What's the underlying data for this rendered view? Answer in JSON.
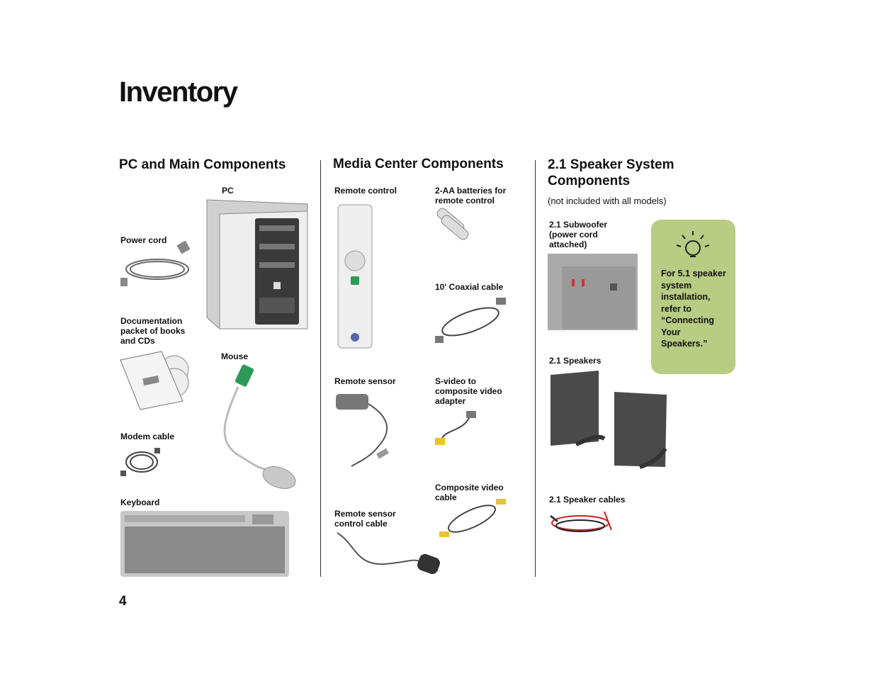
{
  "page": {
    "title": "Inventory",
    "page_number": "4"
  },
  "sections": {
    "pc": {
      "heading": "PC and Main Components",
      "items": {
        "pc": "PC",
        "power_cord": "Power cord",
        "documentation": "Documentation packet of books and CDs",
        "mouse": "Mouse",
        "modem_cable": "Modem cable",
        "keyboard": "Keyboard"
      }
    },
    "media": {
      "heading": "Media Center Components",
      "items": {
        "remote_control": "Remote control",
        "batteries": "2-AA batteries for remote control",
        "coaxial": "10' Coaxial cable",
        "remote_sensor": "Remote sensor",
        "svideo": "S-video to composite video adapter",
        "composite": "Composite video cable",
        "sensor_cable": "Remote sensor control cable"
      }
    },
    "speakers": {
      "heading": "2.1 Speaker System Components",
      "note": "(not included with all models)",
      "items": {
        "subwoofer": "2.1 Subwoofer (power cord attached)",
        "speakers": "2.1 Speakers",
        "speaker_cables": "2.1 Speaker cables"
      },
      "tip": "For 5.1 speaker system installation, refer to “Connecting Your Speakers.”"
    }
  },
  "colors": {
    "tip_background": "#b8cc84",
    "mouse_green": "#2e9a5a",
    "cable_gray": "#666666"
  }
}
